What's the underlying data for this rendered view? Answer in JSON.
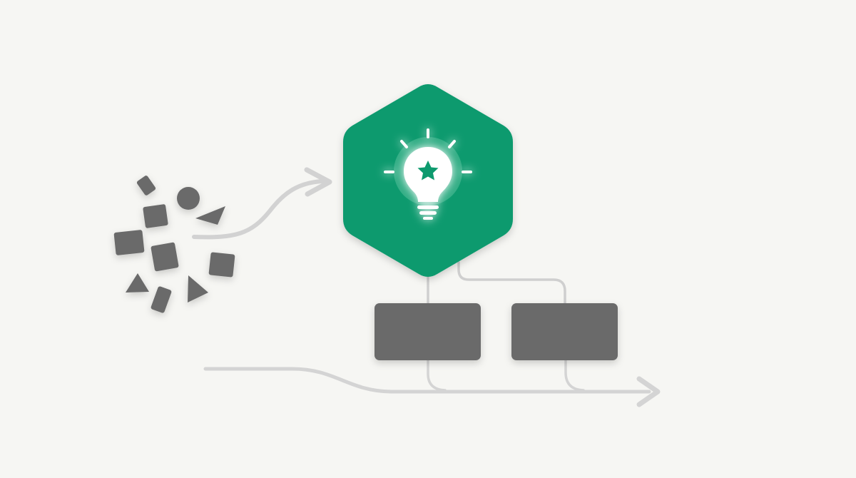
{
  "colors": {
    "background": "#f6f6f3",
    "accent": "#0c9a6e",
    "shape": "#6b6b6b",
    "connector": "#cfcfcf",
    "icon": "#ffffff",
    "glow": "#bff5dd"
  },
  "icons": {
    "hub": "lightbulb-star-icon"
  },
  "nodes": {
    "source": "scattered-shapes",
    "hub": "idea-hexagon",
    "outputs": [
      "block-left",
      "block-right"
    ]
  }
}
